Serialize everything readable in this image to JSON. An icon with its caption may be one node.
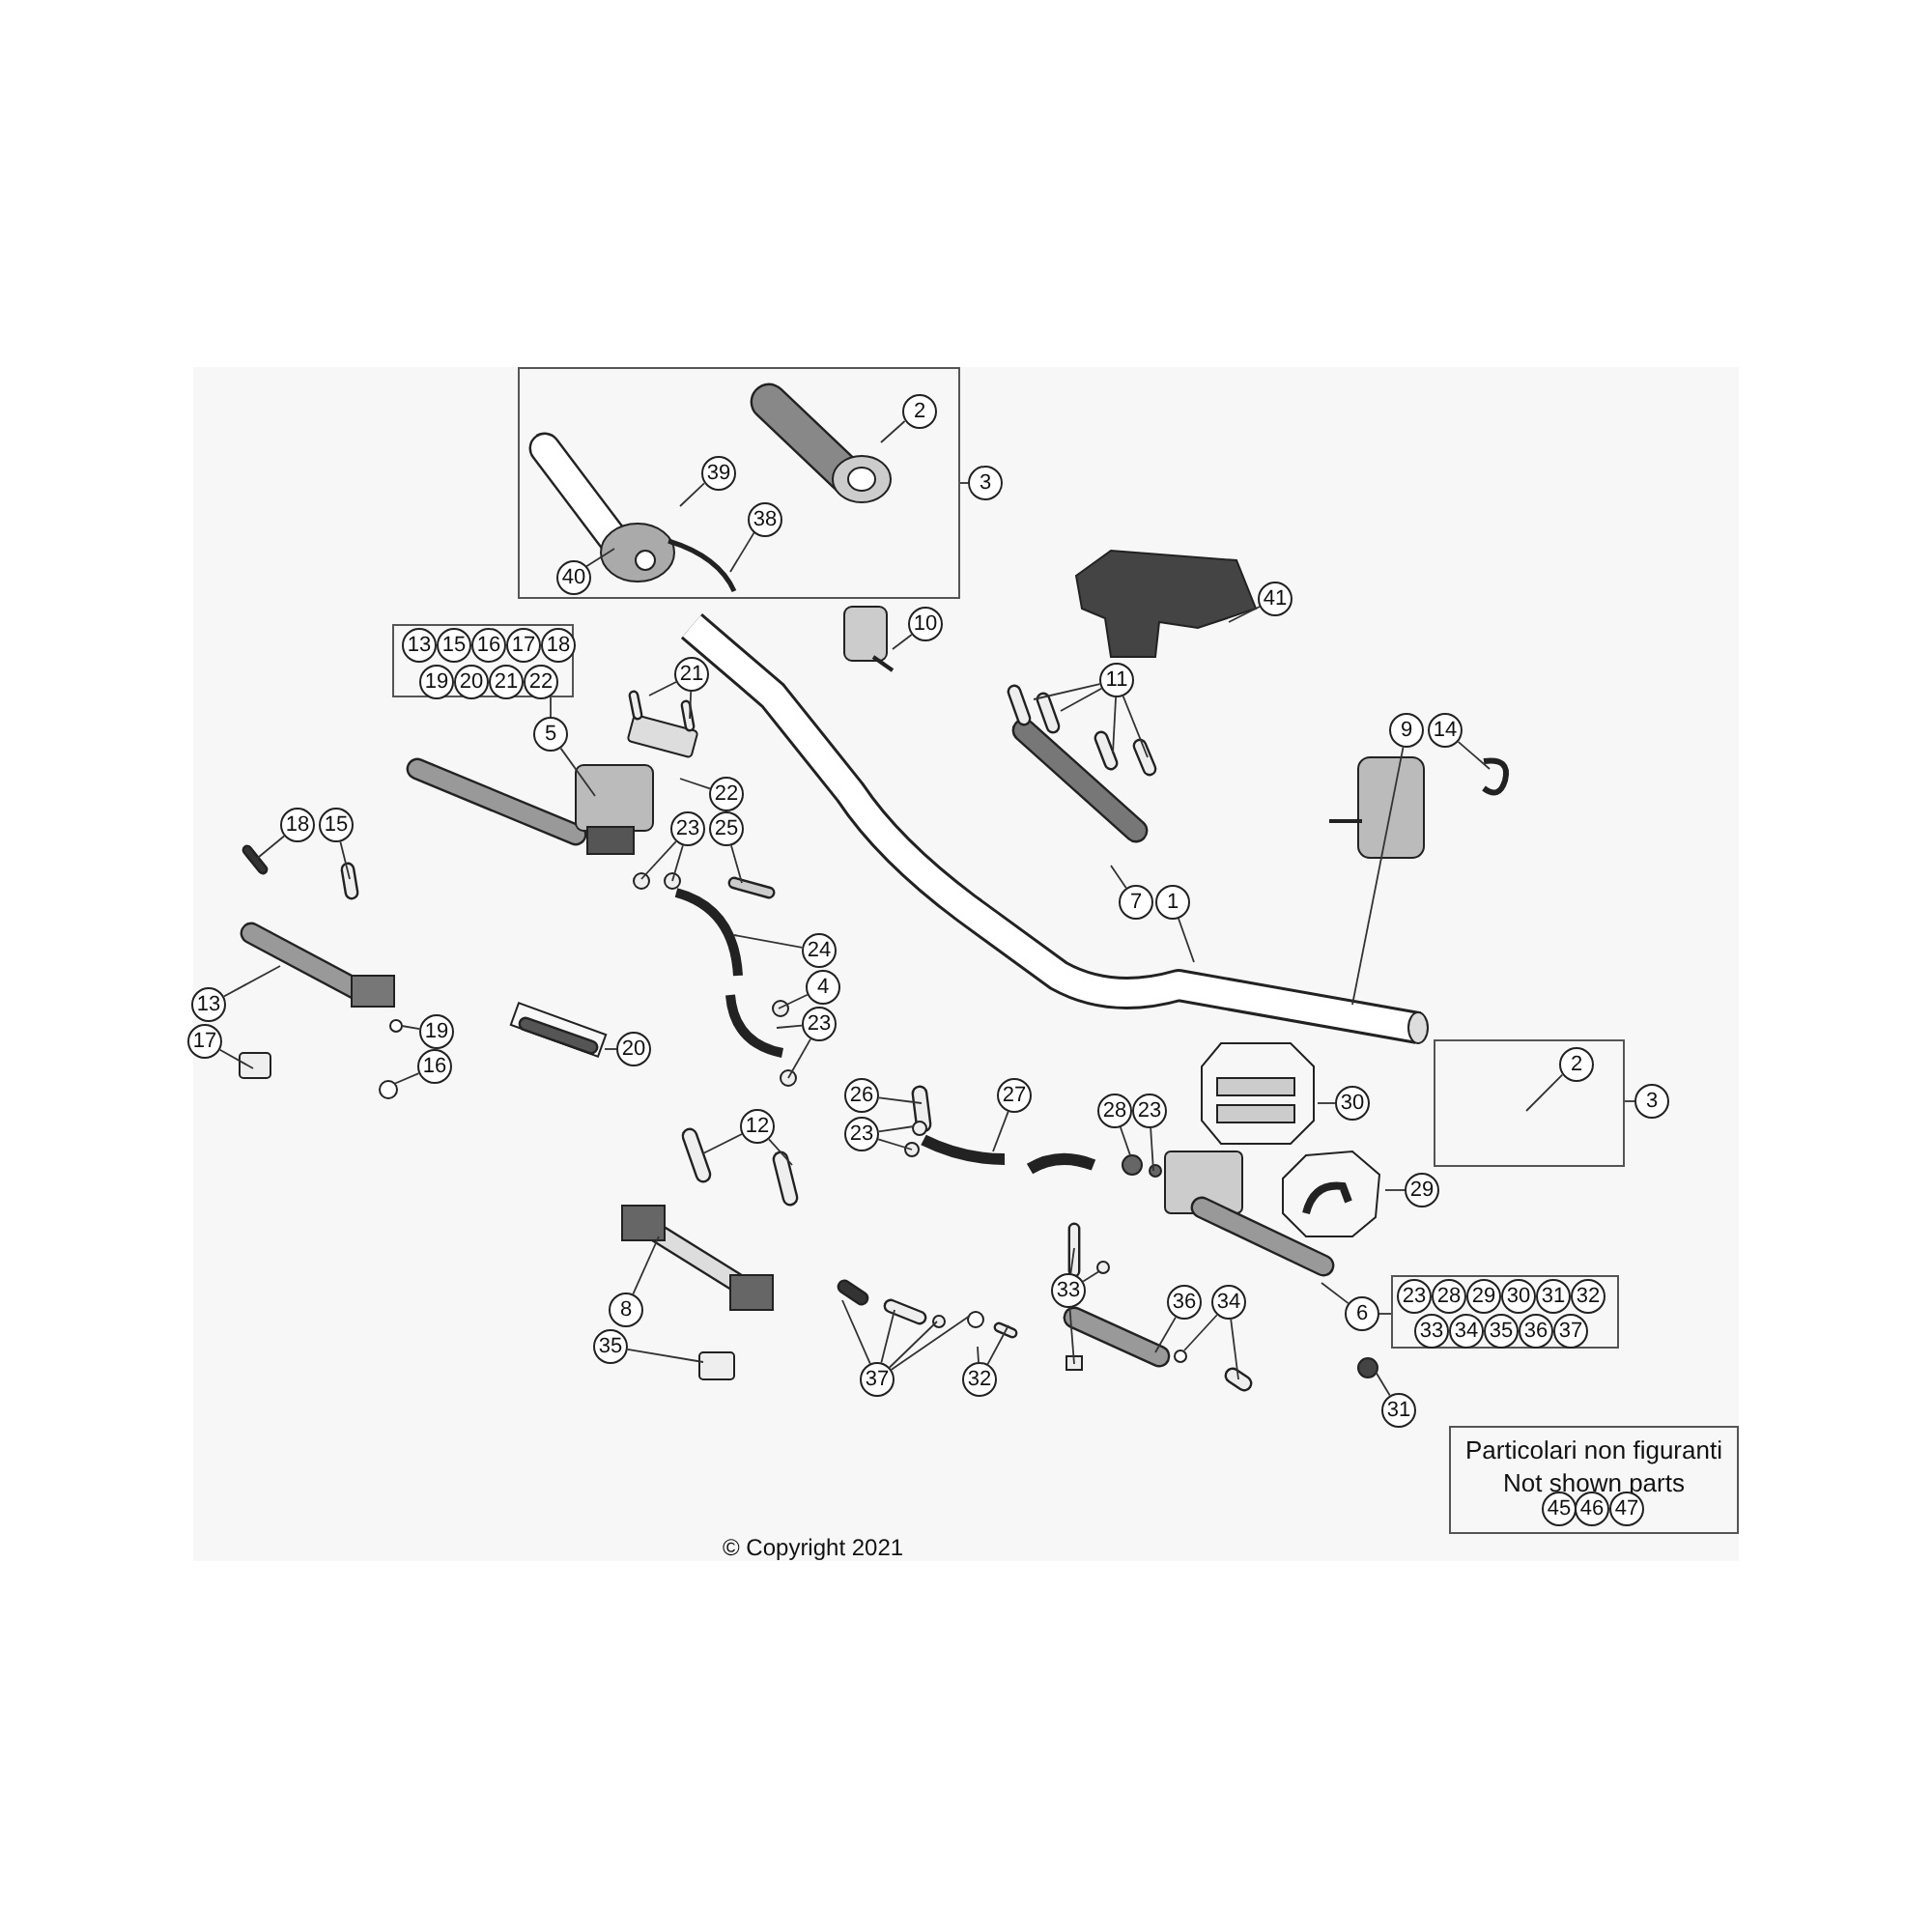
{
  "diagram": {
    "nodes": [
      {
        "text": [],
        "shape": "box"
      },
      {
        "text": [
          "2"
        ],
        "in": 0
      },
      {
        "text": [
          "39"
        ],
        "in": 0
      },
      {
        "text": [
          "38"
        ],
        "in": 0
      },
      {
        "text": [
          "40"
        ],
        "in": 0
      },
      {
        "text": [
          "3"
        ]
      },
      {
        "text": [
          "10"
        ]
      },
      {
        "text": [
          "41"
        ]
      },
      {
        "text": [],
        "shape": "box"
      },
      {
        "text": [
          "13"
        ],
        "in": 8
      },
      {
        "text": [
          "15"
        ],
        "in": 8
      },
      {
        "text": [
          "16"
        ],
        "in": 8
      },
      {
        "text": [
          "17"
        ],
        "in": 8
      },
      {
        "text": [
          "18"
        ],
        "in": 8
      },
      {
        "text": [
          "19"
        ],
        "in": 8
      },
      {
        "text": [
          "20"
        ],
        "in": 8
      },
      {
        "text": [
          "21"
        ],
        "in": 8
      },
      {
        "text": [
          "22"
        ],
        "in": 8
      },
      {
        "text": [
          "21"
        ]
      },
      {
        "text": [
          "5"
        ]
      },
      {
        "text": [
          "11"
        ]
      },
      {
        "text": [
          "9"
        ]
      },
      {
        "text": [
          "14"
        ]
      },
      {
        "text": [
          "22"
        ]
      },
      {
        "text": [
          "23"
        ]
      },
      {
        "text": [
          "25"
        ]
      },
      {
        "text": [
          "18"
        ]
      },
      {
        "text": [
          "15"
        ]
      },
      {
        "text": [
          "7"
        ]
      },
      {
        "text": [
          "1"
        ]
      },
      {
        "text": [
          "24"
        ]
      },
      {
        "text": [
          "4"
        ]
      },
      {
        "text": [
          "23"
        ]
      },
      {
        "text": [
          "13"
        ]
      },
      {
        "text": [
          "19"
        ]
      },
      {
        "text": [
          "17"
        ]
      },
      {
        "text": [
          "16"
        ]
      },
      {
        "text": [
          "20"
        ]
      },
      {
        "text": [],
        "shape": "box"
      },
      {
        "text": [
          "2"
        ],
        "in": 38
      },
      {
        "text": [
          "3"
        ]
      },
      {
        "text": [
          "26"
        ]
      },
      {
        "text": [
          "23"
        ]
      },
      {
        "text": [
          "27"
        ]
      },
      {
        "text": [
          "28"
        ]
      },
      {
        "text": [
          "23"
        ]
      },
      {
        "text": [
          "30"
        ]
      },
      {
        "text": [
          "12"
        ]
      },
      {
        "text": [
          "29"
        ]
      },
      {
        "text": [
          "6"
        ]
      },
      {
        "text": [],
        "shape": "box"
      },
      {
        "text": [
          "23"
        ],
        "in": 50
      },
      {
        "text": [
          "28"
        ],
        "in": 50
      },
      {
        "text": [
          "29"
        ],
        "in": 50
      },
      {
        "text": [
          "30"
        ],
        "in": 50
      },
      {
        "text": [
          "31"
        ],
        "in": 50
      },
      {
        "text": [
          "32"
        ],
        "in": 50
      },
      {
        "text": [
          "33"
        ],
        "in": 50
      },
      {
        "text": [
          "34"
        ],
        "in": 50
      },
      {
        "text": [
          "35"
        ],
        "in": 50
      },
      {
        "text": [
          "36"
        ],
        "in": 50
      },
      {
        "text": [
          "37"
        ],
        "in": 50
      },
      {
        "text": [
          "33"
        ]
      },
      {
        "text": [
          "36"
        ]
      },
      {
        "text": [
          "34"
        ]
      },
      {
        "text": [
          "8"
        ]
      },
      {
        "text": [
          "35"
        ]
      },
      {
        "text": [
          "37"
        ]
      },
      {
        "text": [
          "32"
        ]
      },
      {
        "text": [
          "31"
        ]
      },
      {
        "text": [
          "Particolari non figuranti",
          "Not shown parts"
        ]
      },
      {
        "text": [
          "45"
        ],
        "in": 70
      },
      {
        "text": [
          "46"
        ],
        "in": 70
      },
      {
        "text": [
          "47"
        ],
        "in": 70
      }
    ],
    "edges": [
      {
        "from": 1,
        "to": null,
        "arrow": "none"
      },
      {
        "from": 5,
        "to": 0,
        "arrow": "none"
      },
      {
        "from": 2,
        "to": null,
        "arrow": "none"
      },
      {
        "from": 3,
        "to": null,
        "arrow": "none"
      },
      {
        "from": 4,
        "to": null,
        "arrow": "none"
      },
      {
        "from": 6,
        "to": null,
        "arrow": "none"
      },
      {
        "from": 7,
        "to": null,
        "arrow": "none"
      },
      {
        "from": 19,
        "to": 8,
        "arrow": "none"
      },
      {
        "from": 19,
        "to": null,
        "arrow": "none"
      },
      {
        "from": 18,
        "to": null,
        "arrow": "none"
      },
      {
        "from": 18,
        "to": null,
        "arrow": "none"
      },
      {
        "from": 20,
        "to": null,
        "arrow": "none"
      },
      {
        "from": 20,
        "to": null,
        "arrow": "none"
      },
      {
        "from": 20,
        "to": null,
        "arrow": "none"
      },
      {
        "from": 20,
        "to": null,
        "arrow": "none"
      },
      {
        "from": 21,
        "to": null,
        "arrow": "none"
      },
      {
        "from": 22,
        "to": null,
        "arrow": "none"
      },
      {
        "from": 23,
        "to": null,
        "arrow": "none"
      },
      {
        "from": 24,
        "to": null,
        "arrow": "none"
      },
      {
        "from": 24,
        "to": null,
        "arrow": "none"
      },
      {
        "from": 25,
        "to": null,
        "arrow": "none"
      },
      {
        "from": 26,
        "to": null,
        "arrow": "none"
      },
      {
        "from": 27,
        "to": null,
        "arrow": "none"
      },
      {
        "from": 28,
        "to": null,
        "arrow": "none"
      },
      {
        "from": 29,
        "to": null,
        "arrow": "none"
      },
      {
        "from": 30,
        "to": null,
        "arrow": "none"
      },
      {
        "from": 31,
        "to": null,
        "arrow": "none"
      },
      {
        "from": 32,
        "to": null,
        "arrow": "none"
      },
      {
        "from": 32,
        "to": null,
        "arrow": "none"
      },
      {
        "from": 33,
        "to": null,
        "arrow": "none"
      },
      {
        "from": 34,
        "to": null,
        "arrow": "none"
      },
      {
        "from": 35,
        "to": null,
        "arrow": "none"
      },
      {
        "from": 36,
        "to": null,
        "arrow": "none"
      },
      {
        "from": 37,
        "to": null,
        "arrow": "none"
      },
      {
        "from": 39,
        "to": null,
        "arrow": "none"
      },
      {
        "from": 40,
        "to": 38,
        "arrow": "none"
      },
      {
        "from": 41,
        "to": null,
        "arrow": "none"
      },
      {
        "from": 42,
        "to": null,
        "arrow": "none"
      },
      {
        "from": 42,
        "to": null,
        "arrow": "none"
      },
      {
        "from": 43,
        "to": null,
        "arrow": "none"
      },
      {
        "from": 44,
        "to": null,
        "arrow": "none"
      },
      {
        "from": 45,
        "to": null,
        "arrow": "none"
      },
      {
        "from": 46,
        "to": null,
        "arrow": "none"
      },
      {
        "from": 47,
        "to": null,
        "arrow": "none"
      },
      {
        "from": 47,
        "to": null,
        "arrow": "none"
      },
      {
        "from": 48,
        "to": null,
        "arrow": "none"
      },
      {
        "from": 49,
        "to": null,
        "arrow": "none"
      },
      {
        "from": 49,
        "to": 50,
        "arrow": "none"
      },
      {
        "from": 62,
        "to": null,
        "arrow": "none"
      },
      {
        "from": 62,
        "to": null,
        "arrow": "none"
      },
      {
        "from": 62,
        "to": null,
        "arrow": "none"
      },
      {
        "from": 63,
        "to": null,
        "arrow": "none"
      },
      {
        "from": 64,
        "to": null,
        "arrow": "none"
      },
      {
        "from": 64,
        "to": null,
        "arrow": "none"
      },
      {
        "from": 65,
        "to": null,
        "arrow": "none"
      },
      {
        "from": 66,
        "to": null,
        "arrow": "none"
      },
      {
        "from": 67,
        "to": null,
        "arrow": "none"
      },
      {
        "from": 67,
        "to": null,
        "arrow": "none"
      },
      {
        "from": 67,
        "to": null,
        "arrow": "none"
      },
      {
        "from": 67,
        "to": null,
        "arrow": "none"
      },
      {
        "from": 68,
        "to": null,
        "arrow": "none"
      },
      {
        "from": 68,
        "to": null,
        "arrow": "none"
      },
      {
        "from": 69,
        "to": null,
        "arrow": "none"
      }
    ],
    "labels": [
      "© Copyright 2021"
    ]
  }
}
